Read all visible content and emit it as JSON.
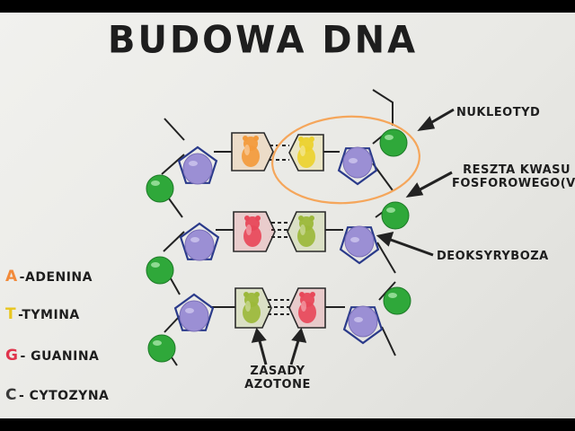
{
  "title": "BUDOWA DNA",
  "labels": {
    "nucleotide": "NUKLEOTYD",
    "phosphate_line1": "RESZTA KWASU",
    "phosphate_line2": "FOSFOROWEGO(V)",
    "deoxyribose": "DEOKSYRYBOZA",
    "bases_line1": "ZASADY",
    "bases_line2": "AZOTONE"
  },
  "legend": [
    {
      "letter": "A",
      "name": "-ADENINA",
      "color": "#f28a3a"
    },
    {
      "letter": "T",
      "name": "-TYMINA",
      "color": "#e8c620"
    },
    {
      "letter": "G",
      "name": "- GUANINA",
      "color": "#e0344c"
    },
    {
      "letter": "C",
      "name": "- CYTOZYNA",
      "color": "#3a3a3a"
    }
  ],
  "colors": {
    "phosphate": "#2fa83a",
    "sugar": "#9b8fd4",
    "pentagon_stroke": "#2a3a8a",
    "adenine": "#f39a3c",
    "thymine": "#ecd22e",
    "guanine": "#e8485a",
    "cytosine": "#9cb83a",
    "highlight": "#f5a65b"
  },
  "rows": [
    {
      "left_base": "A",
      "right_base": "T"
    },
    {
      "left_base": "G",
      "right_base": "C"
    },
    {
      "left_base": "C",
      "right_base": "G"
    }
  ]
}
